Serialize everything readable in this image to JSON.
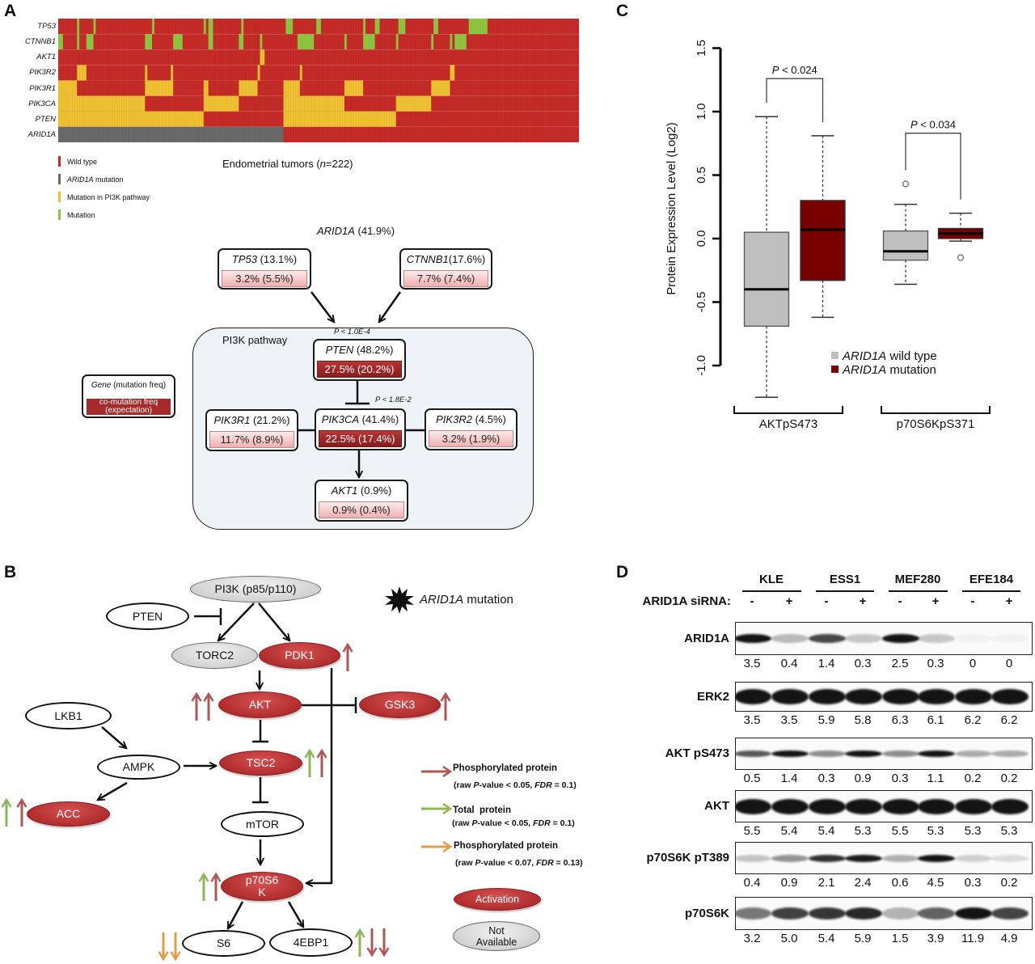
{
  "panel_labels": {
    "a": "A",
    "b": "B",
    "c": "C",
    "d": "D"
  },
  "panel_a": {
    "caption_pre": "Endometrial tumors (",
    "caption_n": "n",
    "caption_post": "=222)",
    "diagram": {
      "top_gene": "ARID1A",
      "top_freq": " (41.9%)",
      "pathway_label": "PI3K pathway",
      "p_value_1": "P < 1.0E-4",
      "p_value_2": "P < 1.8E-2",
      "nodes": {
        "tp53": {
          "gene": "TP53",
          "freq": " (13.1%)",
          "comut": "3.2% (5.5%)",
          "significant": false
        },
        "ctnnb1": {
          "gene": "CTNNB1",
          "freq": "(17.6%)",
          "comut": "7.7% (7.4%)",
          "significant": false
        },
        "pten": {
          "gene": "PTEN",
          "freq": " (48.2%)",
          "comut": "27.5% (20.2%)",
          "significant": true
        },
        "pik3r1": {
          "gene": "PIK3R1",
          "freq": " (21.2%)",
          "comut": "11.7% (8.9%)",
          "significant": false
        },
        "pik3ca": {
          "gene": "PIK3CA",
          "freq": " (41.4%)",
          "comut": "22.5% (17.4%)",
          "significant": true
        },
        "pik3r2": {
          "gene": "PIK3R2",
          "freq": " (4.5%)",
          "comut": "3.2% (1.9%)",
          "significant": false
        },
        "akt1": {
          "gene": "AKT1",
          "freq": " (0.9%)",
          "comut": "0.9% (0.4%)",
          "significant": false
        }
      },
      "key": {
        "gene": "Gene",
        "freq": " (mutation freq)",
        "comut": "co-mutation freq\n(expectation)"
      }
    }
  },
  "panel_b": {
    "mutation_marker": {
      "gene": "ARID1A",
      "label": "mutation"
    },
    "nodes": {
      "pi3k": {
        "label": "PI3K (p85/p110)",
        "status": "not_available",
        "changes": []
      },
      "pten": {
        "label": "PTEN",
        "status": "none",
        "changes": []
      },
      "torc2": {
        "label": "TORC2",
        "status": "not_available",
        "changes": []
      },
      "pdk1": {
        "label": "PDK1",
        "status": "activation",
        "changes": [
          "phospho_up"
        ]
      },
      "akt": {
        "label": "AKT",
        "status": "activation",
        "changes": [
          "phospho_up",
          "phospho_up"
        ]
      },
      "gsk3": {
        "label": "GSK3",
        "status": "activation",
        "changes": [
          "phospho_up"
        ]
      },
      "lkb1": {
        "label": "LKB1",
        "status": "none",
        "changes": []
      },
      "ampk": {
        "label": "AMPK",
        "status": "none",
        "changes": []
      },
      "tsc2": {
        "label": "TSC2",
        "status": "activation",
        "changes": [
          "total_up",
          "phospho_up"
        ]
      },
      "acc": {
        "label": "ACC",
        "status": "activation",
        "changes": [
          "total_up",
          "phospho_up"
        ]
      },
      "mtor": {
        "label": "mTOR",
        "status": "none",
        "changes": []
      },
      "p70s6k": {
        "label": "p70S6\nK",
        "status": "activation",
        "changes": [
          "total_up",
          "phospho_up"
        ]
      },
      "s6": {
        "label": "S6",
        "status": "none",
        "changes": [
          "phospho_trend_down",
          "phospho_trend_down"
        ]
      },
      "eif4ebp1": {
        "label": "4EBP1",
        "status": "none",
        "changes": [
          "total_up",
          "phospho_down",
          "phospho_down"
        ]
      }
    },
    "arrow_colors": {
      "phospho": "#b05656",
      "total": "#8cb85a",
      "phospho_trend": "#e59c45"
    },
    "legend": [
      {
        "type": "phospho",
        "title": "Phosphorylated protein",
        "stat_pre": "(raw ",
        "stat_p": "P",
        "stat_mid": "-value < 0.05, ",
        "stat_fdr": "FDR",
        "stat_post": " = 0.1)"
      },
      {
        "type": "total",
        "title": "Total  protein",
        "stat_pre": "(raw ",
        "stat_p": "P",
        "stat_mid": "-value < 0.05, ",
        "stat_fdr": "FDR",
        "stat_post": " = 0.1)"
      },
      {
        "type": "phospho_trend",
        "title": "Phosphorylated protein",
        "stat_pre": "(raw ",
        "stat_p": "P",
        "stat_mid": "-value < 0.07, ",
        "stat_fdr": "FDR",
        "stat_post": " = 0.13)"
      }
    ],
    "status_legend": {
      "activation": "Activation",
      "not_available": "Not\nAvailable"
    }
  },
  "panel_d": {
    "cell_lines": [
      "KLE",
      "ESS1",
      "MEF280",
      "EFE184"
    ],
    "sirna_label": "ARID1A siRNA:",
    "lanes": [
      "-",
      "+",
      "-",
      "+",
      "-",
      "+",
      "-",
      "+"
    ],
    "blots": [
      {
        "name": "ARID1A",
        "values": [
          "3.5",
          "0.4",
          "1.4",
          "0.3",
          "2.5",
          "0.3",
          "0",
          "0"
        ]
      },
      {
        "name": "ERK2",
        "values": [
          "3.5",
          "3.5",
          "5.9",
          "5.8",
          "6.3",
          "6.1",
          "6.2",
          "6.2"
        ]
      },
      {
        "name": "AKT pS473",
        "values": [
          "0.5",
          "1.4",
          "0.3",
          "0.9",
          "0.3",
          "1.1",
          "0.2",
          "0.2"
        ]
      },
      {
        "name": "AKT",
        "values": [
          "5.5",
          "5.4",
          "5.4",
          "5.3",
          "5.5",
          "5.3",
          "5.3",
          "5.3"
        ]
      },
      {
        "name": "p70S6K pT389",
        "values": [
          "0.4",
          "0.9",
          "2.1",
          "2.4",
          "0.6",
          "4.5",
          "0.3",
          "0.2"
        ]
      },
      {
        "name": "p70S6K",
        "values": [
          "3.2",
          "5.0",
          "5.4",
          "5.9",
          "1.5",
          "3.9",
          "11.9",
          "4.9"
        ]
      }
    ]
  },
  "chart_data": [
    {
      "type": "heatmap",
      "title": "Endometrial tumors (n=222)",
      "n_samples": 222,
      "legend_position": "bottom-left",
      "legend": [
        {
          "key": "wild_type",
          "italic": "",
          "label": "Wild type",
          "color": "#c62b28"
        },
        {
          "key": "arid1a_mutation",
          "italic": "ARID1A",
          "label": " mutation",
          "color": "#6a6a6a"
        },
        {
          "key": "pi3k_mutation",
          "italic": "",
          "label": "Mutation in PI3K pathway",
          "color": "#f0c231"
        },
        {
          "key": "mutation",
          "italic": "",
          "label": "Mutation",
          "color": "#8ec63f"
        }
      ],
      "rows": [
        {
          "gene": "TP53",
          "category": "mutation",
          "segments": [
            [
              8,
              1
            ],
            [
              15,
              1
            ],
            [
              40,
              1
            ],
            [
              62,
              1
            ],
            [
              64,
              2
            ],
            [
              78,
              1
            ],
            [
              97,
              3
            ],
            [
              110,
              2
            ],
            [
              130,
              1
            ],
            [
              135,
              2
            ],
            [
              145,
              3
            ],
            [
              160,
              2
            ],
            [
              175,
              8
            ]
          ]
        },
        {
          "gene": "CTNNB1",
          "category": "mutation",
          "segments": [
            [
              0,
              2
            ],
            [
              8,
              1
            ],
            [
              12,
              3
            ],
            [
              37,
              3
            ],
            [
              49,
              4
            ],
            [
              64,
              2
            ],
            [
              77,
              2
            ],
            [
              86,
              1
            ],
            [
              102,
              7
            ],
            [
              122,
              1
            ],
            [
              130,
              5
            ],
            [
              144,
              1
            ],
            [
              159,
              1
            ],
            [
              167,
              1
            ],
            [
              169,
              5
            ]
          ]
        },
        {
          "gene": "AKT1",
          "category": "pi3k_mutation",
          "segments": [
            [
              86,
              2
            ]
          ]
        },
        {
          "gene": "PIK3R2",
          "category": "pi3k_mutation",
          "segments": [
            [
              8,
              4
            ],
            [
              37,
              1
            ],
            [
              48,
              1
            ],
            [
              85,
              1
            ],
            [
              103,
              1
            ],
            [
              167,
              2
            ]
          ]
        },
        {
          "gene": "PIK3R1",
          "category": "pi3k_mutation",
          "segments": [
            [
              0,
              8
            ],
            [
              37,
              12
            ],
            [
              62,
              2
            ],
            [
              77,
              8
            ],
            [
              96,
              7
            ],
            [
              122,
              8
            ],
            [
              159,
              8
            ]
          ]
        },
        {
          "gene": "PIK3CA",
          "category": "pi3k_mutation",
          "segments": [
            [
              0,
              37
            ],
            [
              62,
              15
            ],
            [
              96,
              26
            ],
            [
              144,
              15
            ]
          ]
        },
        {
          "gene": "PTEN",
          "category": "pi3k_mutation",
          "segments": [
            [
              0,
              62
            ],
            [
              96,
              48
            ]
          ]
        },
        {
          "gene": "ARID1A",
          "category": "arid1a_mutation",
          "segments": [
            [
              0,
              96
            ]
          ]
        }
      ]
    },
    {
      "type": "box",
      "title": "",
      "ylabel": "Protein Expression Level (Log2)",
      "xlabel": "",
      "ylim": [
        -1.0,
        1.5
      ],
      "yticks": [
        -1.0,
        -0.5,
        0.0,
        0.5,
        1.0,
        1.5
      ],
      "ytick_labels": [
        "-1.0",
        "-0.5",
        "0.0",
        "0.5",
        "1.0",
        "1.5"
      ],
      "grid": false,
      "legend_position": "center-right",
      "legend": [
        {
          "italic": "ARID1A",
          "label": " wild type",
          "color": "#bfbfbf"
        },
        {
          "italic": "ARID1A",
          "label": " mutation",
          "color": "#7a0000"
        }
      ],
      "groups": [
        {
          "label": "AKTpS473",
          "p_italic": "P",
          "p_rest": " < 0.024",
          "boxes": [
            {
              "series": "ARID1A wild type",
              "whisker_low": -1.25,
              "q1": -0.69,
              "median": -0.4,
              "q3": 0.05,
              "whisker_high": 0.96,
              "outliers": []
            },
            {
              "series": "ARID1A mutation",
              "whisker_low": -0.62,
              "q1": -0.33,
              "median": 0.07,
              "q3": 0.3,
              "whisker_high": 0.81,
              "outliers": []
            }
          ]
        },
        {
          "label": "p70S6KpS371",
          "p_italic": "P",
          "p_rest": " < 0.034",
          "boxes": [
            {
              "series": "ARID1A wild type",
              "whisker_low": -0.36,
              "q1": -0.17,
              "median": -0.1,
              "q3": 0.06,
              "whisker_high": 0.27,
              "outliers": [
                0.43
              ]
            },
            {
              "series": "ARID1A mutation",
              "whisker_low": -0.02,
              "q1": 0.0,
              "median": 0.04,
              "q3": 0.08,
              "whisker_high": 0.2,
              "outliers": [
                -0.15
              ]
            }
          ]
        }
      ]
    }
  ]
}
